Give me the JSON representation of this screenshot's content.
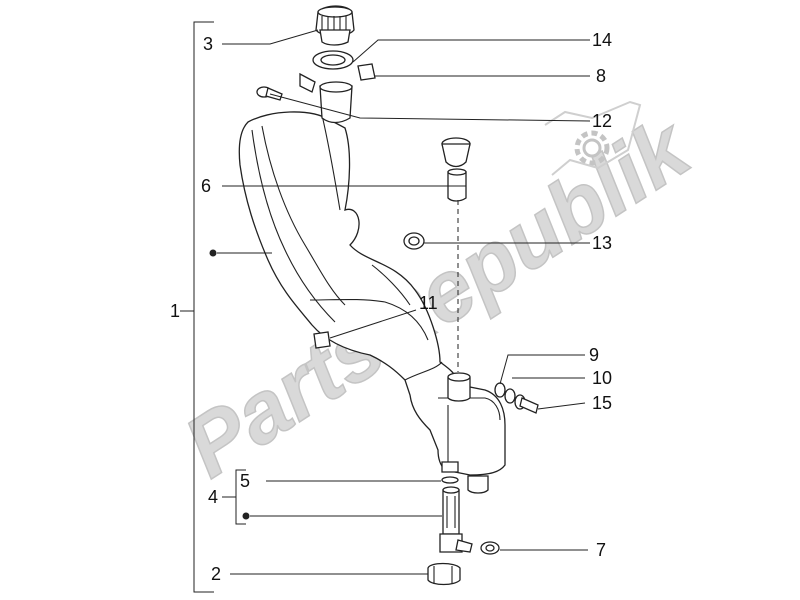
{
  "watermark": {
    "text": "PartsRepublik",
    "icon": "gear-icon"
  },
  "callouts": [
    {
      "id": "1",
      "label": "1"
    },
    {
      "id": "2",
      "label": "2"
    },
    {
      "id": "3",
      "label": "3"
    },
    {
      "id": "4",
      "label": "4"
    },
    {
      "id": "5",
      "label": "5"
    },
    {
      "id": "6",
      "label": "6"
    },
    {
      "id": "7",
      "label": "7"
    },
    {
      "id": "8",
      "label": "8"
    },
    {
      "id": "9",
      "label": "9"
    },
    {
      "id": "10",
      "label": "10"
    },
    {
      "id": "11",
      "label": "11"
    },
    {
      "id": "12",
      "label": "12"
    },
    {
      "id": "13",
      "label": "13"
    },
    {
      "id": "14",
      "label": "14"
    },
    {
      "id": "15",
      "label": "15"
    }
  ]
}
